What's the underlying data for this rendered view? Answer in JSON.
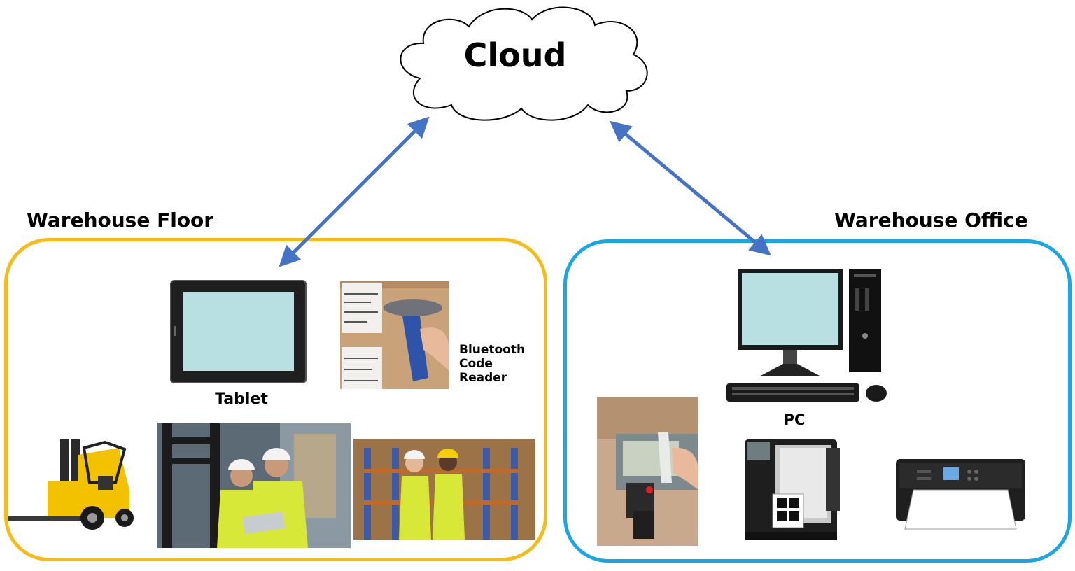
{
  "cloud": {
    "label": "Cloud"
  },
  "groups": {
    "floor": {
      "title": "Warehouse Floor",
      "color": "#f5bb18"
    },
    "office": {
      "title": "Warehouse Office",
      "color": "#1aa6e4"
    }
  },
  "devices": {
    "tablet": "Tablet",
    "code_reader": [
      "Bluetooth",
      "Code",
      "Reader"
    ],
    "pc": "PC"
  },
  "arrow_color": "#4472c4"
}
